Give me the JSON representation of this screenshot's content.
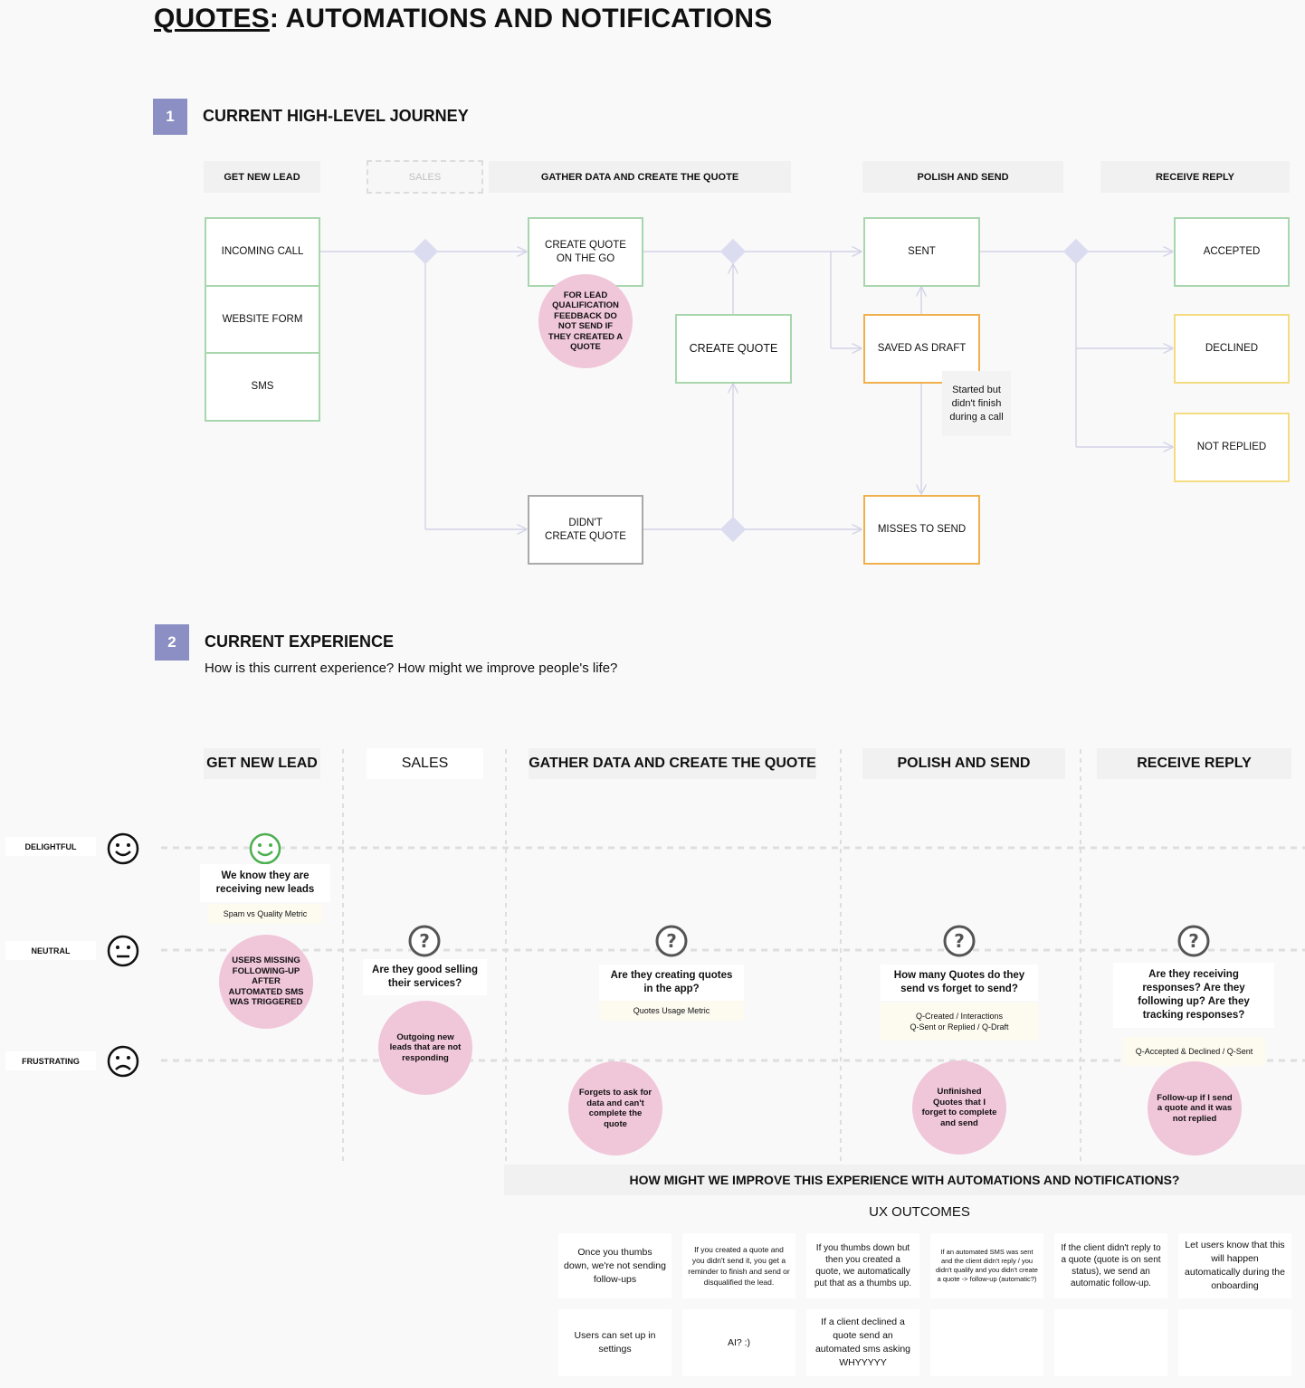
{
  "title": {
    "underlined": "QUOTES",
    "rest": ": AUTOMATIONS AND NOTIFICATIONS"
  },
  "section1": {
    "number": "1",
    "title": "CURRENT HIGH-LEVEL JOURNEY"
  },
  "journey": {
    "phases": {
      "get_new_lead": "GET NEW LEAD",
      "sales": "SALES",
      "gather": "GATHER DATA AND CREATE THE QUOTE",
      "polish": "POLISH AND SEND",
      "reply": "RECEIVE REPLY"
    },
    "nodes": {
      "incoming_call": "INCOMING CALL",
      "website_form": "WEBSITE FORM",
      "sms": "SMS",
      "create_quote_go": "CREATE QUOTE\nON THE GO",
      "create_quote": "CREATE QUOTE",
      "didnt_create": "DIDN'T\nCREATE QUOTE",
      "sent": "SENT",
      "saved_draft": "SAVED AS DRAFT",
      "misses_send": "MISSES TO SEND",
      "accepted": "ACCEPTED",
      "declined": "DECLINED",
      "not_replied": "NOT REPLIED"
    },
    "lead_feedback_note": "FOR LEAD QUALIFICATION FEEDBACK DO NOT SEND IF THEY CREATED A QUOTE",
    "draft_note": "Started but didn't finish during a call"
  },
  "section2": {
    "number": "2",
    "title": "CURRENT EXPERIENCE",
    "subtitle": "How is this current experience?  How might we improve people's life?"
  },
  "experience": {
    "phases": {
      "get_new_lead": "GET NEW LEAD",
      "sales": "SALES",
      "gather": "GATHER DATA AND CREATE THE QUOTE",
      "polish": "POLISH AND SEND",
      "reply": "RECEIVE REPLY"
    },
    "levels": {
      "delightful": "DELIGHTFUL",
      "neutral": "NEUTRAL",
      "frustrating": "FRUSTRATING"
    },
    "lead_card": "We know they are receiving new leads",
    "lead_metric": "Spam vs Quality Metric",
    "lead_pain": "USERS MISSING FOLLOWING-UP AFTER AUTOMATED SMS WAS TRIGGERED",
    "sales_q": "Are they good selling their services?",
    "sales_pain": "Outgoing new leads that are not responding",
    "gather_q": "Are they creating quotes in the app?",
    "gather_metric": "Quotes Usage Metric",
    "gather_pain": "Forgets to ask for data and can't complete the quote",
    "polish_q": "How many Quotes do they send vs forget to send?",
    "polish_metric": "Q-Created / Interactions\nQ-Sent or Replied / Q-Draft",
    "polish_pain": "Unfinished Quotes that I forget to complete and send",
    "reply_q": "Are they receiving responses? Are they following up? Are they tracking responses?",
    "reply_metric": "Q-Accepted & Declined / Q-Sent",
    "reply_pain": "Follow-up if I send a quote and it was not replied"
  },
  "improve": {
    "banner": "HOW MIGHT WE IMPROVE THIS EXPERIENCE WITH AUTOMATIONS AND NOTIFICATIONS?",
    "outcomes_label": "UX OUTCOMES",
    "cards": [
      "Once you thumbs down, we're not sending follow-ups",
      "If you created a quote and you didn't send it, you get a reminder to finish and send or disqualified the lead.",
      "If you thumbs down but then you created a quote, we automatically put that as a thumbs up.",
      "If an automated SMS was sent and the client didn't reply / you didn't qualify and you didn't create a quote -> follow-up (automatic?)",
      "If the client didn't reply to a quote (quote is on sent status), we send an automatic follow-up.",
      "Let users know that this will happen automatically during the onboarding",
      "Users can set up in settings",
      "AI? :)",
      "If a client declined a quote send an automated sms asking WHYYYYY",
      "",
      "",
      ""
    ]
  },
  "colors": {
    "accent": "#8b8fc4",
    "green": "#a8d6ad",
    "orange": "#f0b04c",
    "yellow": "#f4dc82",
    "pink": "#f0c6d9",
    "smiley_green": "#4caf50"
  }
}
